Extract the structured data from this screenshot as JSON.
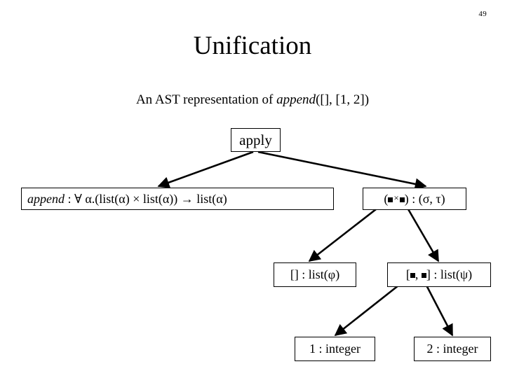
{
  "slide": {
    "page_number": "49",
    "title": "Unification",
    "subtitle_prefix": "An AST representation of ",
    "subtitle_italic": "append",
    "subtitle_suffix": "([], [1, 2])"
  },
  "tree": {
    "nodes": {
      "apply": {
        "label": "apply"
      },
      "append": {
        "name_italic": "append",
        "signature": " : ∀ α.(list(α) × list(α)) → list(α)"
      },
      "product": {
        "open_paren": "(",
        "times": "×",
        "close_paren": ")",
        "type_annotation": " : (σ, τ)"
      },
      "nil": {
        "label": "[] : list(φ)"
      },
      "cons": {
        "open_bracket": "[",
        "comma": ",",
        "close_bracket": "]",
        "type_annotation": " : list(ψ)"
      },
      "one": {
        "label": "1 : integer"
      },
      "two": {
        "label": "2 : integer"
      }
    },
    "edges": [
      {
        "name": "apply-to-append",
        "from": "apply",
        "to": "append"
      },
      {
        "name": "apply-to-product",
        "from": "apply",
        "to": "product"
      },
      {
        "name": "product-to-nil",
        "from": "product",
        "to": "nil"
      },
      {
        "name": "product-to-cons",
        "from": "product",
        "to": "cons"
      },
      {
        "name": "cons-to-one",
        "from": "cons",
        "to": "one"
      },
      {
        "name": "cons-to-two",
        "from": "cons",
        "to": "two"
      }
    ]
  },
  "colors": {
    "background": "#ffffff",
    "ink": "#000000",
    "node_border": "#000000"
  }
}
